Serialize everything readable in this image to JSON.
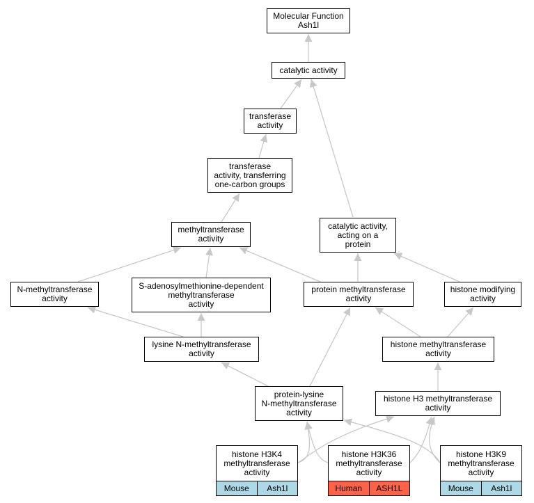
{
  "colors": {
    "edge": "#c8c8c8",
    "mouse_tag": "#add8e6",
    "human_tag": "#ff6347"
  },
  "nodes": {
    "root": "Molecular Function\nAsh1l",
    "catalytic": "catalytic activity",
    "transferase": "transferase\nactivity",
    "one_carbon": "transferase\nactivity, transferring\none-carbon groups",
    "methyltransferase": "methyltransferase\nactivity",
    "cat_protein": "catalytic activity,\nacting on a\nprotein",
    "n_methyl": "N-methyltransferase\nactivity",
    "sam_dependent": "S-adenosylmethionine-dependent\nmethyltransferase\nactivity",
    "protein_methyl": "protein methyltransferase\nactivity",
    "histone_mod": "histone modifying\nactivity",
    "lysine_n": "lysine N-methyltransferase\nactivity",
    "histone_methyl": "histone methyltransferase\nactivity",
    "protein_lysine": "protein-lysine\nN-methyltransferase\nactivity",
    "h3": "histone H3 methyltransferase\nactivity"
  },
  "terms": {
    "h3k4": {
      "label": "histone H3K4\nmethyltransferase\nactivity",
      "species": "Mouse",
      "gene": "Ash1l"
    },
    "h3k36": {
      "label": "histone H3K36\nmethyltransferase\nactivity",
      "species": "Human",
      "gene": "ASH1L"
    },
    "h3k9": {
      "label": "histone H3K9\nmethyltransferase\nactivity",
      "species": "Mouse",
      "gene": "Ash1l"
    }
  }
}
